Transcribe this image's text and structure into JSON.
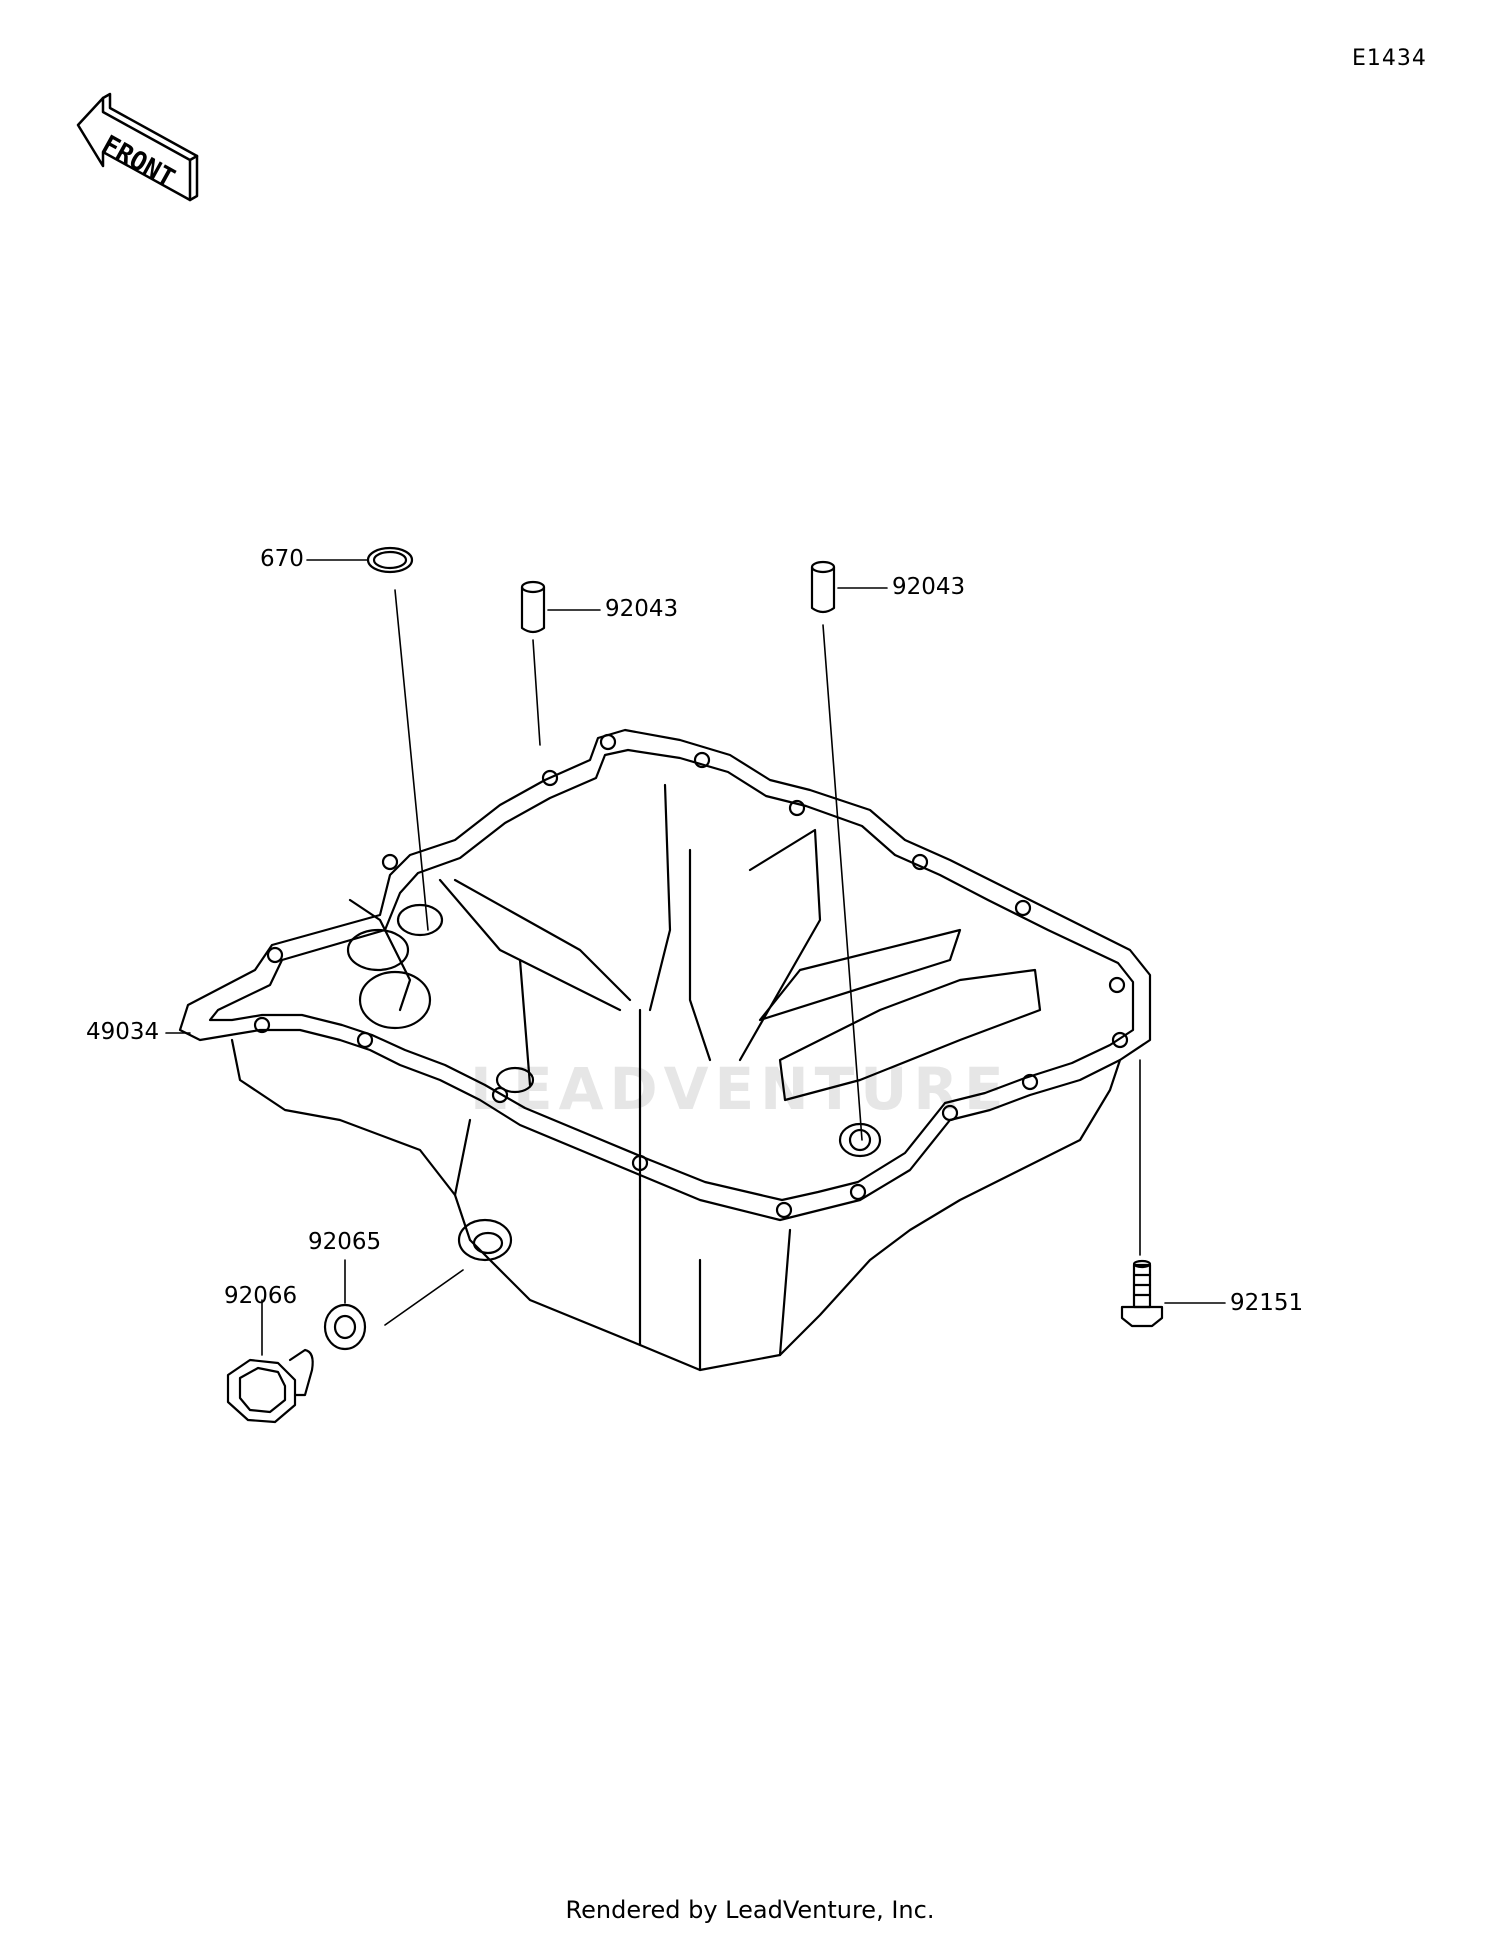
{
  "diagram_code": "E1434",
  "front_label": "FRONT",
  "parts": {
    "o_ring": "670",
    "dowel_pin_left": "92043",
    "dowel_pin_right": "92043",
    "oil_pan": "49034",
    "washer": "92065",
    "drain_plug": "92066",
    "bolt": "92151"
  },
  "watermark": "LEADVENTURE",
  "footer": "Rendered by LeadVenture, Inc."
}
